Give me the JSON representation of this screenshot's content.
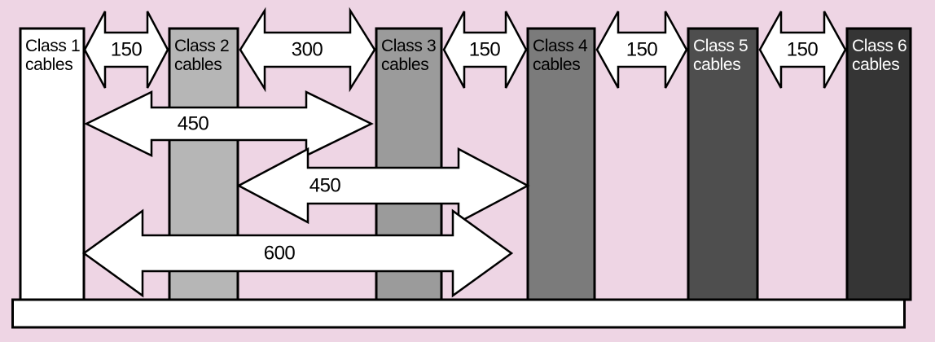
{
  "diagram": {
    "background_color": "#eed5e4",
    "outline_color": "#000000",
    "arrow_fill": "#ffffff",
    "base_bar_color": "#ffffff",
    "columns": [
      {
        "id": "class-1",
        "label": "Class 1 cables",
        "lines": [
          "Class 1",
          "cables"
        ],
        "color": "#ffffff",
        "text_color": "#000000"
      },
      {
        "id": "class-2",
        "label": "Class 2 cables",
        "lines": [
          "Class 2",
          "cables"
        ],
        "color": "#b6b6b6",
        "text_color": "#000000"
      },
      {
        "id": "class-3",
        "label": "Class 3 cables",
        "lines": [
          "Class 3",
          "cables"
        ],
        "color": "#9b9b9b",
        "text_color": "#000000"
      },
      {
        "id": "class-4",
        "label": "Class 4 cables",
        "lines": [
          "Class 4",
          "cables"
        ],
        "color": "#7b7b7b",
        "text_color": "#000000"
      },
      {
        "id": "class-5",
        "label": "Class 5 cables",
        "lines": [
          "Class 5",
          "cables"
        ],
        "color": "#4e4e4e",
        "text_color": "#ffffff"
      },
      {
        "id": "class-6",
        "label": "Class 6 cables",
        "lines": [
          "Class 6",
          "cables"
        ],
        "color": "#353535",
        "text_color": "#ffffff"
      }
    ],
    "adjacent_separations": [
      {
        "between": "Class 1 – Class 2",
        "value": "150"
      },
      {
        "between": "Class 2 – Class 3",
        "value": "300"
      },
      {
        "between": "Class 3 – Class 4",
        "value": "150"
      },
      {
        "between": "Class 4 – Class 5",
        "value": "150"
      },
      {
        "between": "Class 5 – Class 6",
        "value": "150"
      }
    ],
    "span_separations": [
      {
        "spans": "Class 1 – Class 3",
        "value": "450"
      },
      {
        "spans": "Class 2 – Class 4",
        "value": "450"
      },
      {
        "spans": "Class 1 – Class 4",
        "value": "600"
      }
    ]
  }
}
